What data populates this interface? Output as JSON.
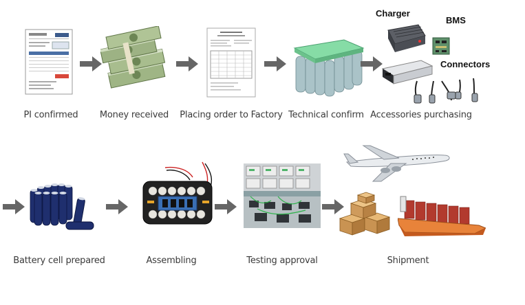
{
  "steps": {
    "pi_confirmed": "PI confirmed",
    "money_received": "Money received",
    "placing_order": "Placing order to Factory",
    "technical_confirm": "Technical confirm",
    "accessories_purchasing": "Accessories purchasing",
    "battery_cell_prepared": "Battery cell prepared",
    "assembling": "Assembling",
    "testing_approval": "Testing approval",
    "shipment": "Shipment"
  },
  "accessories": {
    "charger": "Charger",
    "bms": "BMS",
    "connectors": "Connectors"
  },
  "colors": {
    "arrow": "#666666",
    "caption": "#3a3a3a",
    "cell_blue": "#1f2f6e",
    "money_green": "#8faa72",
    "pack_green": "#7fd3a0"
  }
}
